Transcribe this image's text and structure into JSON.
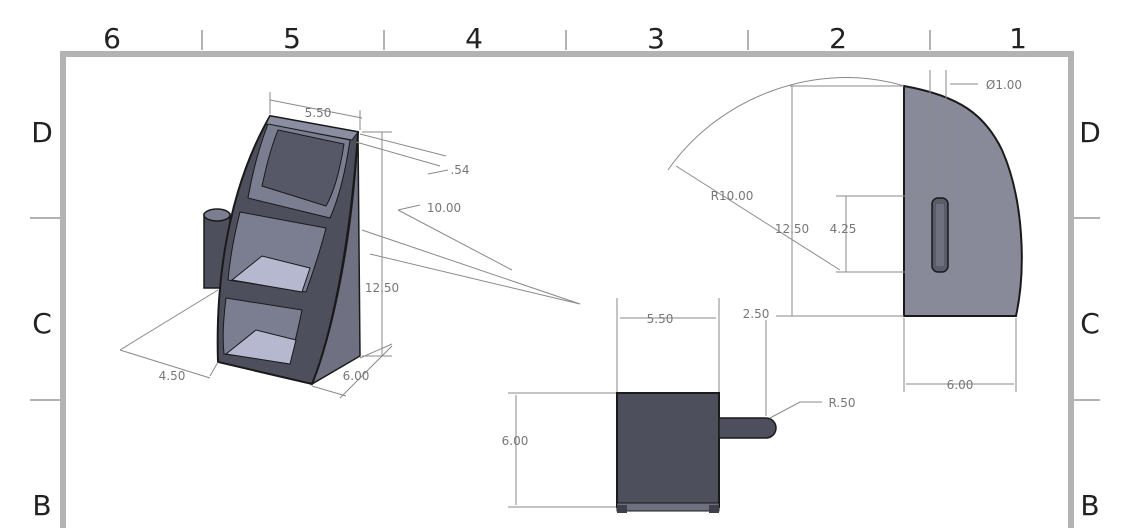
{
  "zones": {
    "columns": [
      "6",
      "5",
      "4",
      "3",
      "2",
      "1"
    ],
    "rows_left": [
      "D",
      "C",
      "B"
    ],
    "rows_right": [
      "D",
      "C",
      "B"
    ]
  },
  "dimensions": {
    "iso_width": "5.50",
    "iso_thickness": ".54",
    "iso_curve": "10.00",
    "iso_height": "12.50",
    "iso_depth_left": "4.50",
    "iso_depth_right": "6.00",
    "side_hole": "Ø1.00",
    "side_radius": "R10.00",
    "side_height": "12.50",
    "side_slot": "4.25",
    "side_offset": "2.50",
    "side_width": "6.00",
    "top_width": "5.50",
    "top_depth": "6.00",
    "top_radius": "R.50"
  },
  "colors": {
    "body_dark": "#4e4f5c",
    "face_mid": "#7b7e91",
    "face_light": "#b6b8cf",
    "side_fill": "#888a9a",
    "frame": "#b3b3b3"
  }
}
